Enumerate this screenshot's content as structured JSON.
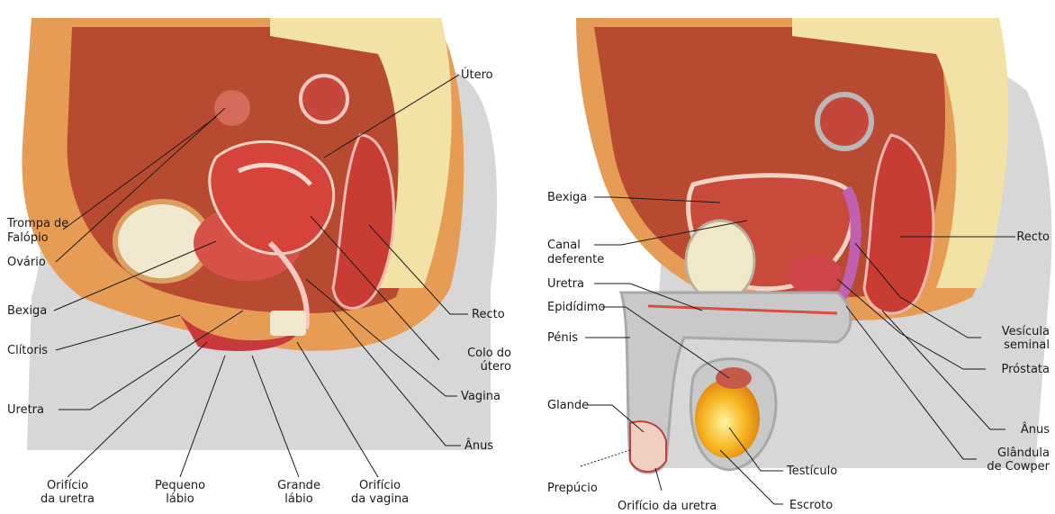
{
  "female": {
    "labels": {
      "utero": "Útero",
      "trompa_1": "Trompa de",
      "trompa_2": "Falópio",
      "ovario": "Ovário",
      "bexiga": "Bexiga",
      "clitoris": "Clítoris",
      "uretra": "Uretra",
      "recto": "Recto",
      "colo_1": "Colo do",
      "colo_2": "útero",
      "vagina": "Vagina",
      "anus": "Ânus",
      "orificio_uretra_1": "Orifício",
      "orificio_uretra_2": "da uretra",
      "pequeno_1": "Pequeno",
      "pequeno_2": "lábio",
      "grande_1": "Grande",
      "grande_2": "lábio",
      "orificio_vagina_1": "Orifício",
      "orificio_vagina_2": "da vagina"
    }
  },
  "male": {
    "labels": {
      "bexiga": "Bexiga",
      "canal_1": "Canal",
      "canal_2": "deferente",
      "uretra": "Uretra",
      "epididimo": "Epidídimo",
      "penis": "Pénis",
      "glande": "Glande",
      "prepucio": "Prepúcio",
      "orificio_uretra": "Orifício da uretra",
      "escroto": "Escroto",
      "testiculo": "Testículo",
      "recto": "Recto",
      "vesicula_1": "Vesícula",
      "vesicula_2": "seminal",
      "prostata": "Próstata",
      "anus": "Ânus",
      "glandula_1": "Glândula",
      "glandula_2": "de Cowper"
    }
  },
  "colors": {
    "skin": "#d9d9d9",
    "fat": "#e9a560",
    "muscle": "#c8452f",
    "organ": "#d9503e",
    "tissue": "#f3e3a8",
    "bone": "#efe9c9",
    "testis": "#f6b620"
  }
}
